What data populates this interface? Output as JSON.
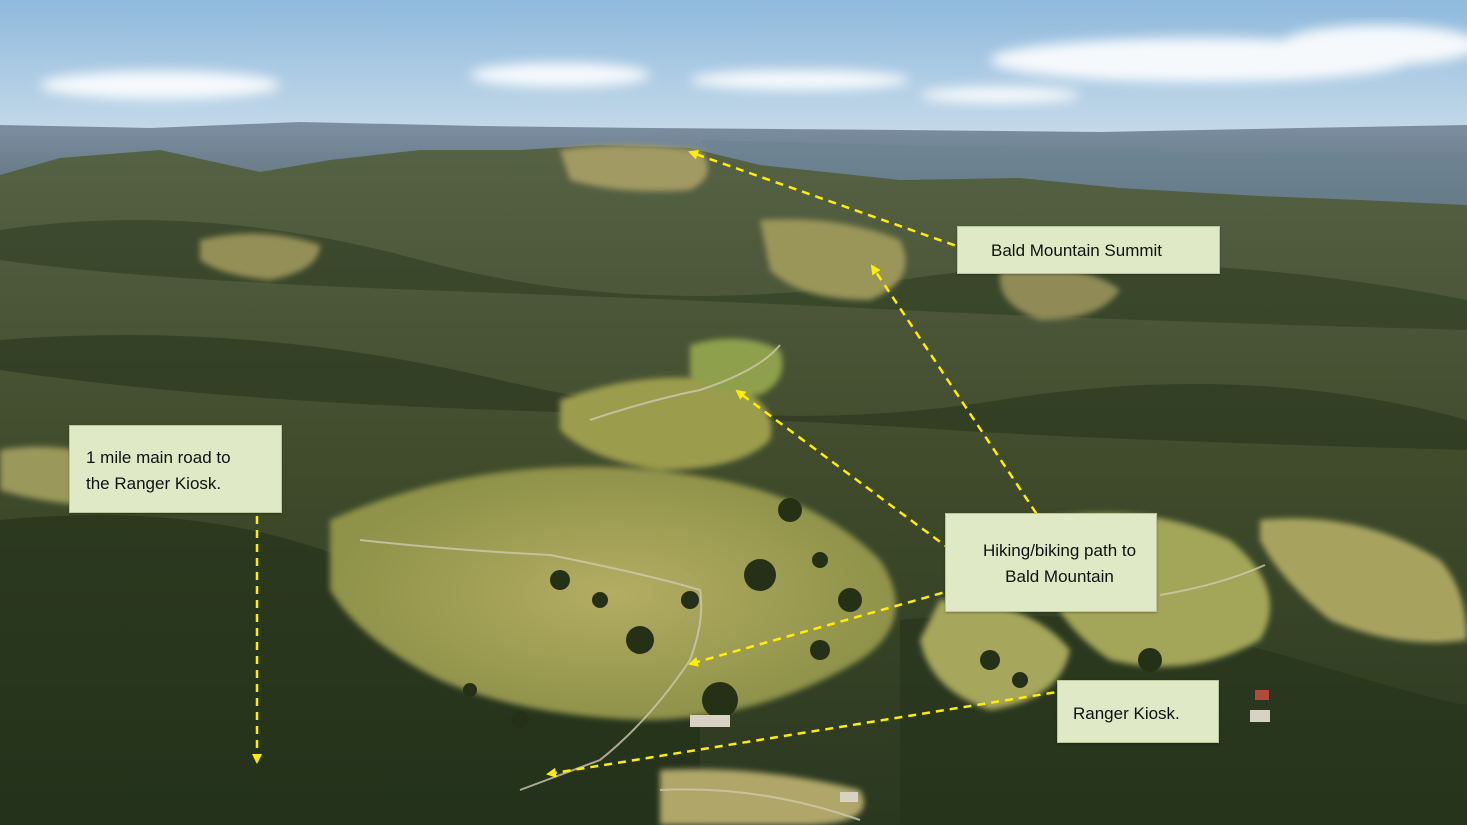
{
  "image": {
    "subject": "aerial view of forested mountain ridges with grassy meadows",
    "colors": {
      "sky_top": "#8fb9dc",
      "sky_horizon": "#d9e6ee",
      "distant_hills": "#7d93a8",
      "forest_dark": "#2f3f25",
      "forest_mid": "#4a5a30",
      "meadow": "#a9a65a",
      "trail": "#c9c5a8",
      "annotation_line": "#ffee00",
      "callout_fill": "#dfe9c6"
    }
  },
  "callouts": {
    "summit": {
      "text": "Bald Mountain Summit"
    },
    "road": {
      "line1": "1 mile main road to",
      "line2": "the Ranger Kiosk."
    },
    "path": {
      "line1": "Hiking/biking path to",
      "line2": "Bald Mountain"
    },
    "kiosk": {
      "text": "Ranger Kiosk."
    }
  }
}
